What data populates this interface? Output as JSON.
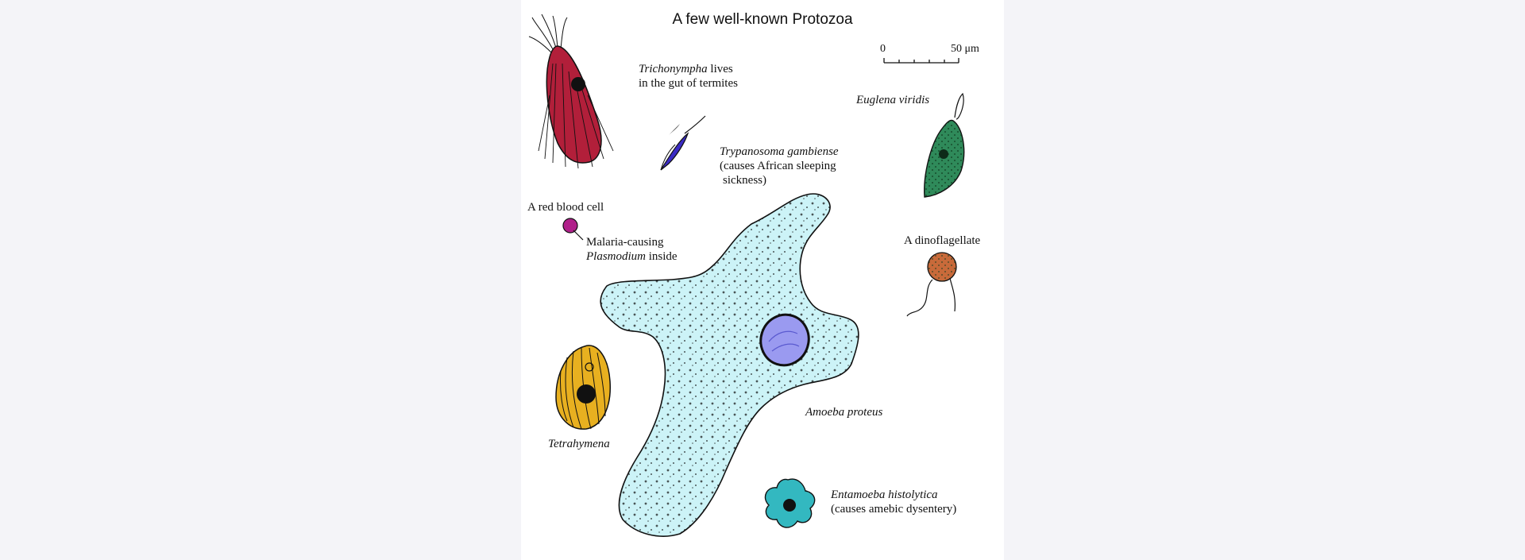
{
  "title": "A few well-known Protozoa",
  "scale_bar": {
    "start": "0",
    "end": "50 μm"
  },
  "labels": {
    "trichonympha_name": "Trichonympha",
    "trichonympha_rest": " lives",
    "trichonympha_line2": "in the gut of termites",
    "trypanosoma_name": "Trypanosoma gambiense",
    "trypanosoma_line2": "(causes African sleeping",
    "trypanosoma_line3": "sickness)",
    "euglena_name": "Euglena viridis",
    "rbc": "A red blood cell",
    "malaria_line1": "Malaria-causing",
    "plasmodium_name": "Plasmodium",
    "plasmodium_rest": " inside",
    "dinoflagellate": "A dinoflagellate",
    "amoeba": "Amoeba proteus",
    "tetrahymena": "Tetrahymena",
    "entamoeba_name": "Entamoeba histolytica",
    "entamoeba_line2": "(causes amebic dysentery)"
  },
  "colors": {
    "trichonympha": "#b21f3a",
    "trypanosoma": "#3b2cc4",
    "euglena": "#2f8a5a",
    "rbc": "#b0208a",
    "dinoflagellate": "#c86a3a",
    "amoeba": "#ccf3f7",
    "amoeba_nucleus": "#9a9af0",
    "tetrahymena": "#e8b020",
    "entamoeba": "#33b8c0"
  }
}
